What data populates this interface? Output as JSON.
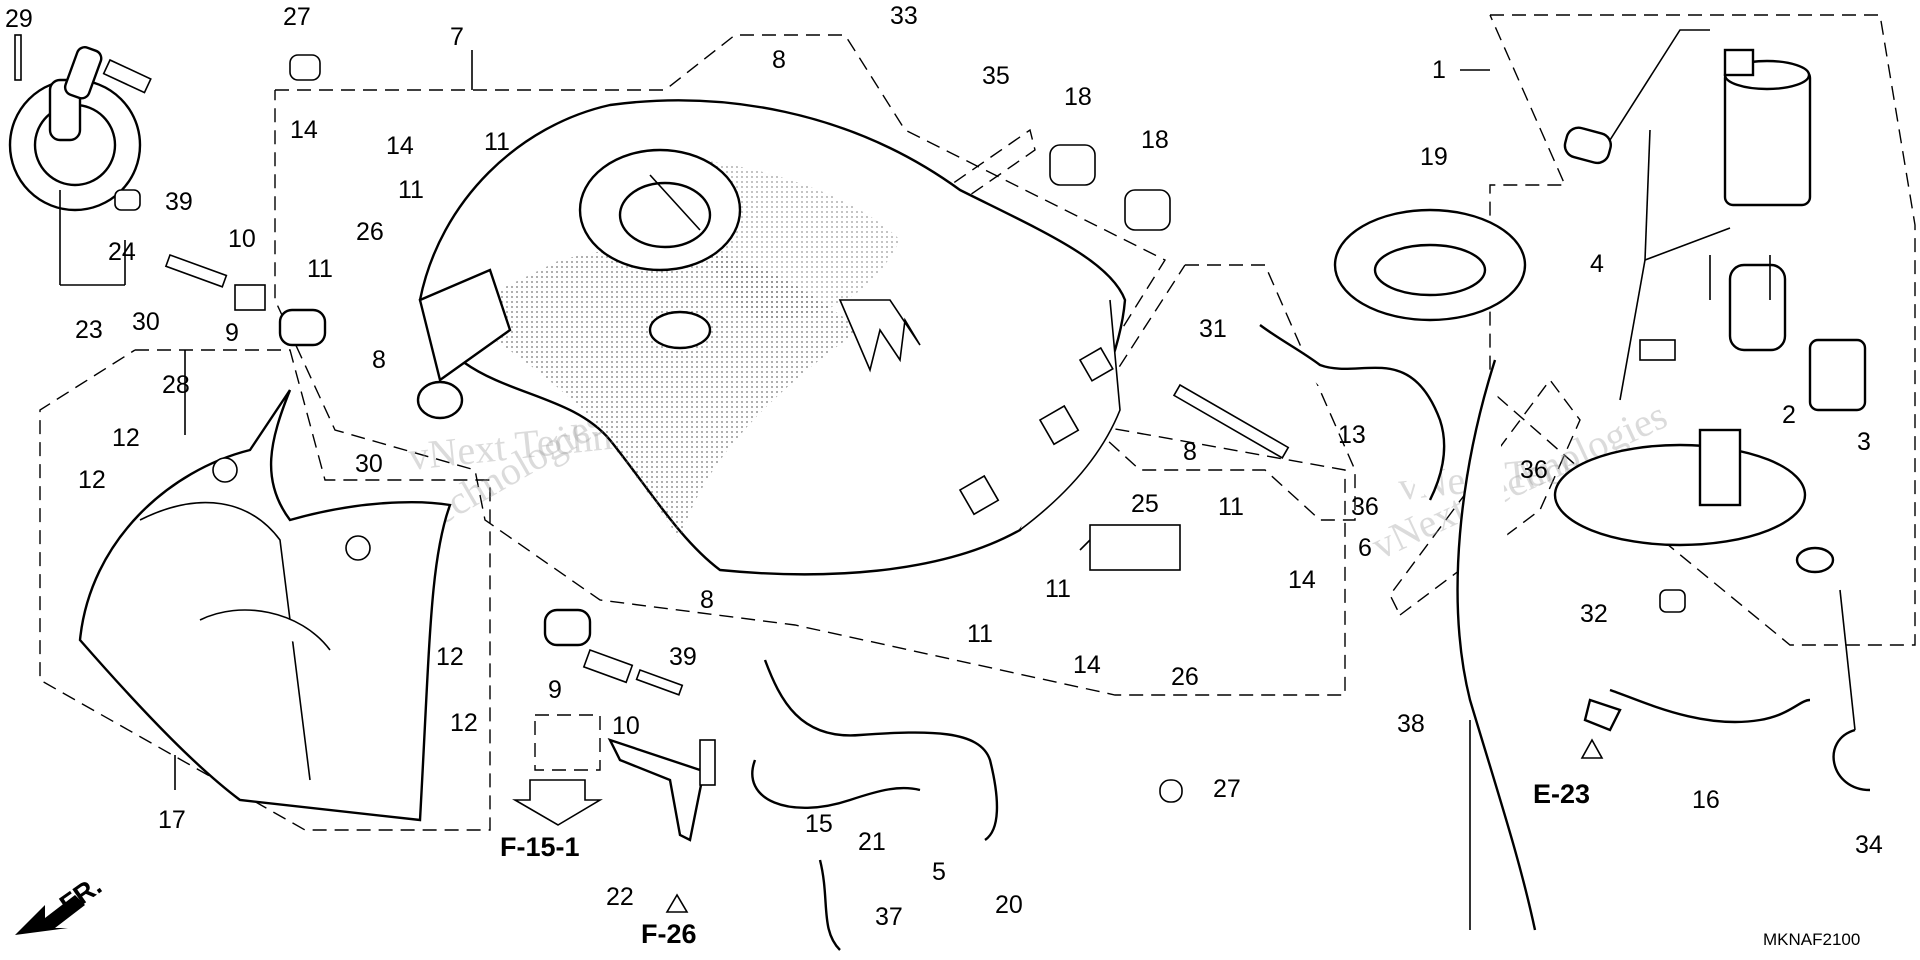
{
  "diagram": {
    "code": "MKNAF2100",
    "watermark": "vNext Technologies",
    "direction_label": "FR.",
    "callouts": [
      "1",
      "2",
      "3",
      "4",
      "5",
      "6",
      "7",
      "8",
      "9",
      "10",
      "11",
      "12",
      "13",
      "14",
      "15",
      "16",
      "17",
      "18",
      "19",
      "20",
      "21",
      "22",
      "23",
      "24",
      "25",
      "26",
      "27",
      "28",
      "29",
      "30",
      "31",
      "32",
      "33",
      "34",
      "35",
      "36",
      "37",
      "38",
      "39"
    ],
    "references": [
      "E-23",
      "F-15-1",
      "F-26"
    ]
  }
}
